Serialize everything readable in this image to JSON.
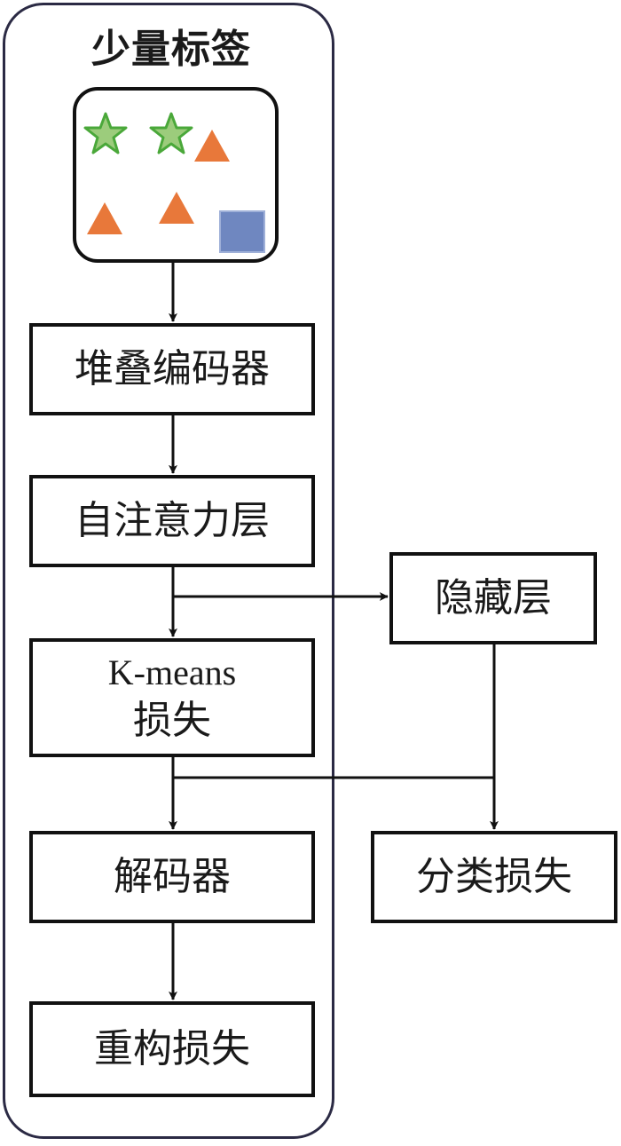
{
  "diagram": {
    "panel_title": "少量标签",
    "nodes": {
      "stacked_encoder": "堆叠编码器",
      "self_attention": "自注意力层",
      "kmeans_line1": "K-means",
      "kmeans_line2": "损失",
      "decoder": "解码器",
      "reconstruction_loss": "重构损失",
      "hidden_layer": "隐藏层",
      "classification_loss": "分类损失"
    },
    "label_samples": [
      {
        "shape": "star",
        "color": "#9ccc7c",
        "stroke": "#4aa83a"
      },
      {
        "shape": "star",
        "color": "#9ccc7c",
        "stroke": "#4aa83a"
      },
      {
        "shape": "triangle",
        "color": "#e8783a"
      },
      {
        "shape": "triangle",
        "color": "#e8783a"
      },
      {
        "shape": "triangle",
        "color": "#e8783a"
      },
      {
        "shape": "square",
        "color": "#6f87c0",
        "stroke": "#9fb0d8"
      }
    ]
  }
}
